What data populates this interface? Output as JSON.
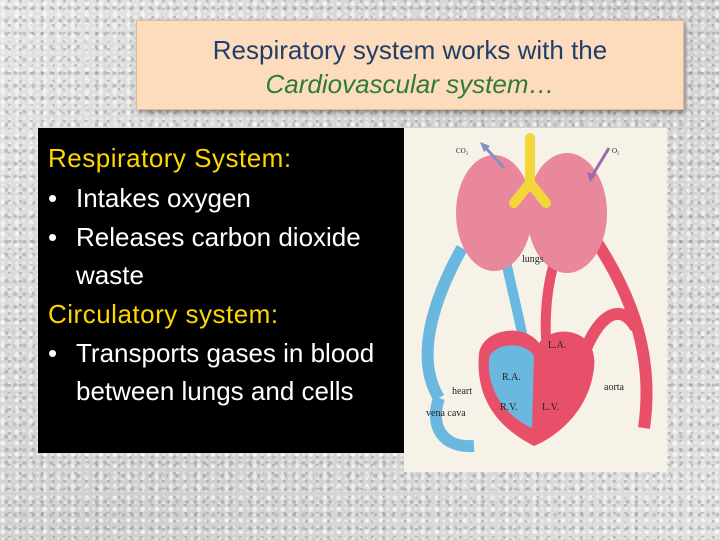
{
  "title": {
    "line1": "Respiratory system works with the",
    "line2": "Cardiovascular system…"
  },
  "content": {
    "respiratory_heading": "Respiratory System:",
    "respiratory_bullets": [
      "Intakes oxygen",
      "Releases carbon dioxide waste"
    ],
    "circulatory_heading": "Circulatory system:",
    "circulatory_bullets": [
      "Transports gases in blood between lungs and cells"
    ],
    "bullet_char": "•"
  },
  "diagram": {
    "labels": {
      "co2": "CO₂",
      "o2": "O₂",
      "lungs": "lungs",
      "la": "L.A.",
      "ra": "R.A.",
      "rv": "R.V.",
      "lv": "L.V.",
      "heart": "heart",
      "aorta": "aorta",
      "vena_cava": "vena cava"
    },
    "colors": {
      "oxygenated": "#e8506a",
      "deoxygenated": "#6ab8e0",
      "airway": "#f2d63a",
      "lung": "#e9889c"
    }
  }
}
